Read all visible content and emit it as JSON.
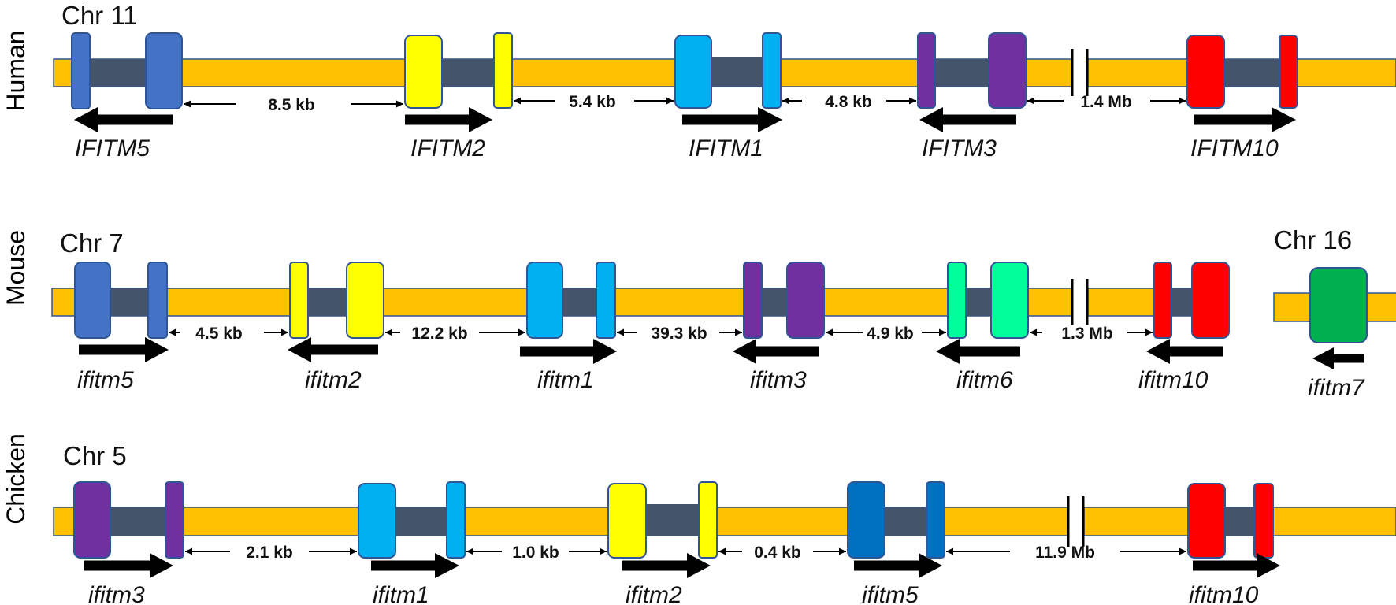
{
  "colors": {
    "chromosome": "#FFC000",
    "intron": "#44546A",
    "outline": "#2F5597",
    "arrow": "#000000",
    "ifitm5": "#4472C4",
    "ifitm2": "#FFFF00",
    "ifitm1": "#00B0F0",
    "ifitm3": "#7030A0",
    "ifitm10": "#FF0000",
    "ifitm6": "#00FF99",
    "ifitm7": "#00B050",
    "ifitm5_chicken": "#0070C0"
  },
  "rows": [
    {
      "species": "Human",
      "chromosome": "Chr 11",
      "genes": [
        {
          "name": "IFITM5",
          "orientation": "reverse",
          "color": "#4472C4"
        },
        {
          "name": "IFITM2",
          "orientation": "forward",
          "color": "#FFFF00"
        },
        {
          "name": "IFITM1",
          "orientation": "forward",
          "color": "#00B0F0"
        },
        {
          "name": "IFITM3",
          "orientation": "reverse",
          "color": "#7030A0"
        },
        {
          "name": "IFITM10",
          "orientation": "forward",
          "color": "#FF0000"
        }
      ],
      "distances": [
        "8.5 kb",
        "5.4 kb",
        "4.8 kb",
        "1.4 Mb"
      ]
    },
    {
      "species": "Mouse",
      "chromosome": "Chr 7",
      "genes": [
        {
          "name": "ifitm5",
          "orientation": "forward",
          "color": "#4472C4"
        },
        {
          "name": "ifitm2",
          "orientation": "reverse",
          "color": "#FFFF00"
        },
        {
          "name": "ifitm1",
          "orientation": "forward",
          "color": "#00B0F0"
        },
        {
          "name": "ifitm3",
          "orientation": "reverse",
          "color": "#7030A0"
        },
        {
          "name": "ifitm6",
          "orientation": "reverse",
          "color": "#00FF99"
        },
        {
          "name": "ifitm10",
          "orientation": "reverse",
          "color": "#FF0000"
        }
      ],
      "distances": [
        "4.5 kb",
        "12.2 kb",
        "39.3 kb",
        "4.9 kb",
        "1.3 Mb"
      ],
      "extra_chromosome": "Chr 16",
      "extra_gene": {
        "name": "ifitm7",
        "orientation": "reverse",
        "color": "#00B050"
      }
    },
    {
      "species": "Chicken",
      "chromosome": "Chr 5",
      "genes": [
        {
          "name": "ifitm3",
          "orientation": "forward",
          "color": "#7030A0"
        },
        {
          "name": "ifitm1",
          "orientation": "forward",
          "color": "#00B0F0"
        },
        {
          "name": "ifitm2",
          "orientation": "forward",
          "color": "#FFFF00"
        },
        {
          "name": "ifitm5",
          "orientation": "forward",
          "color": "#0070C0"
        },
        {
          "name": "ifitm10",
          "orientation": "forward",
          "color": "#FF0000"
        }
      ],
      "distances": [
        "2.1 kb",
        "1.0 kb",
        "0.4 kb",
        "11.9 Mb"
      ]
    }
  ]
}
